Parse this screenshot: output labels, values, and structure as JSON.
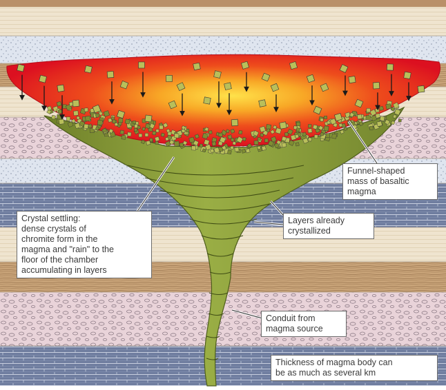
{
  "labels": {
    "funnel": [
      "Funnel-shaped",
      "mass of basaltic",
      "magma"
    ],
    "settling": [
      "Crystal settling:",
      "dense crystals of",
      "chromite form in the",
      "magma and \"rain\" to the",
      "floor of the chamber",
      "accumulating in layers"
    ],
    "layers": [
      "Layers already",
      "crystallized"
    ],
    "conduit": [
      "Conduit from",
      "magma source"
    ],
    "thickness": [
      "Thickness of magma body can",
      "be as much as several km"
    ]
  },
  "colors": {
    "magma_hot": "#ffd23a",
    "magma_mid": "#f28a1c",
    "magma_outer": "#e0141e",
    "crystallized_green": "#8a9a3a",
    "crystal": "#b9bf5a",
    "sandstone": "#efe4cf",
    "pebble_layer": "#e8cfd6",
    "shale_blue": "#6f7d9f",
    "speckled_blue": "#dfe5ef",
    "brown_band": "#c9a479"
  }
}
